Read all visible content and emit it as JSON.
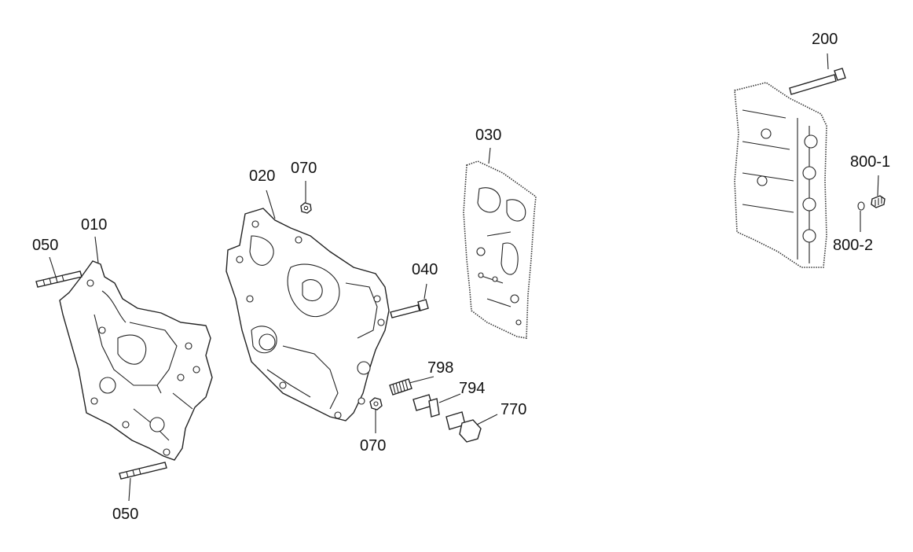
{
  "diagram": {
    "labels": {
      "p010": "010",
      "p050_top": "050",
      "p050_bottom": "050",
      "p020": "020",
      "p070_top": "070",
      "p070_bottom": "070",
      "p040": "040",
      "p030": "030",
      "p798": "798",
      "p794": "794",
      "p770": "770",
      "p200": "200",
      "p800_1": "800-1",
      "p800_2": "800-2"
    }
  }
}
